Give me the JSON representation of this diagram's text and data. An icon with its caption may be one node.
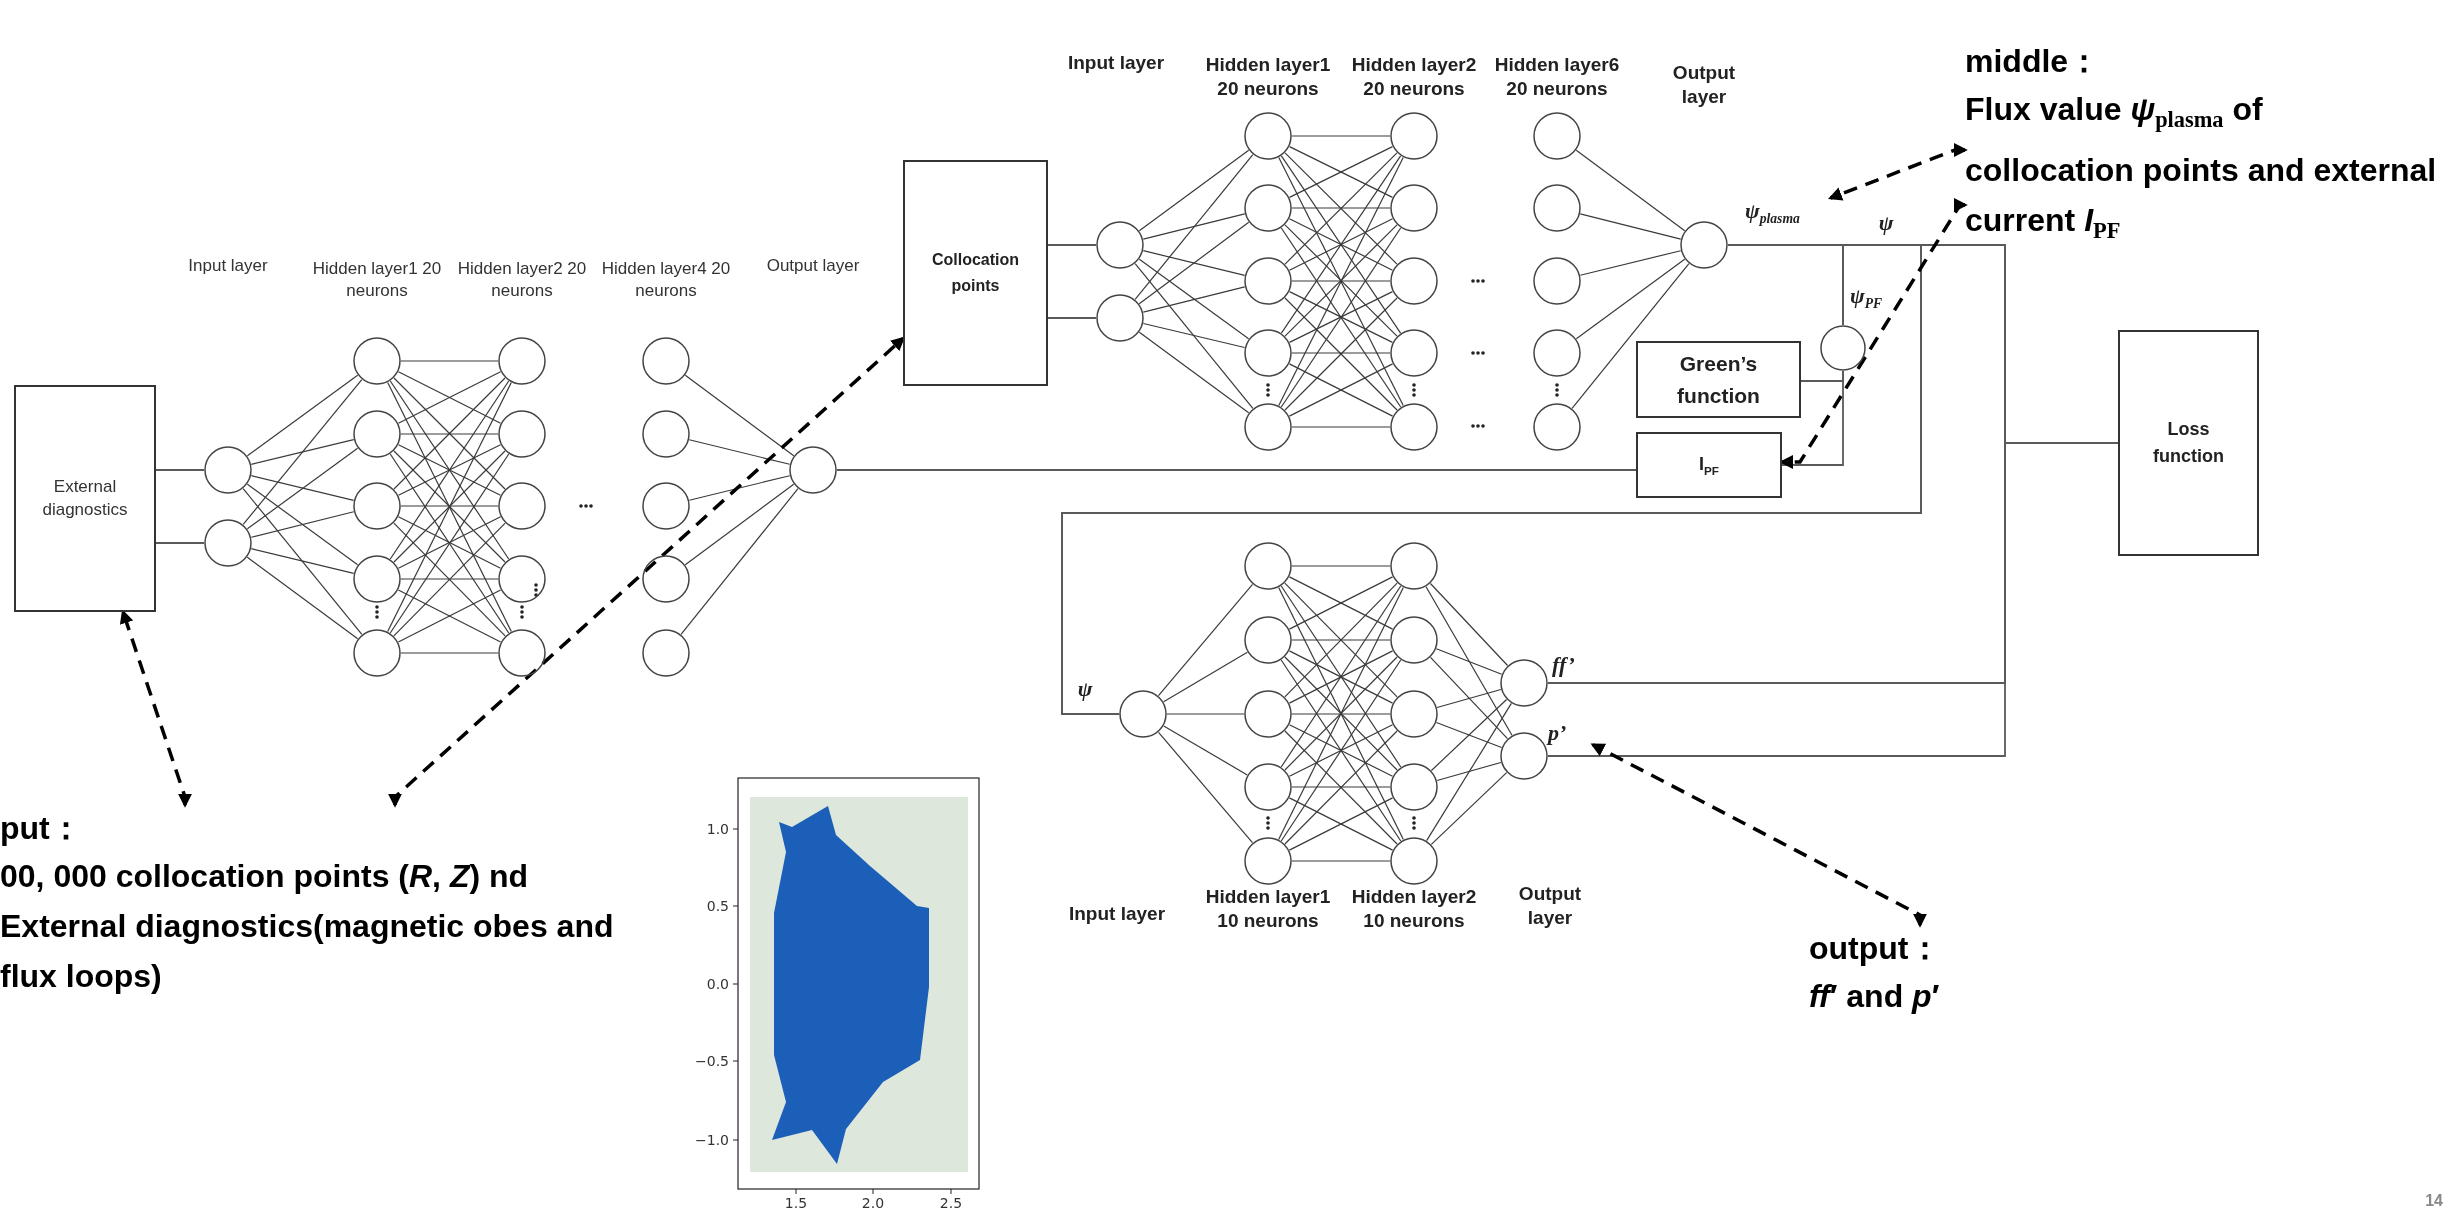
{
  "diagram": {
    "nodes": [
      {
        "text": [
          "External diagnostics"
        ]
      },
      {
        "text": [],
        "shape": "circle"
      },
      {
        "text": [],
        "shape": "circle"
      },
      {
        "text": [],
        "shape": "circle"
      },
      {
        "text": [],
        "shape": "circle"
      },
      {
        "text": [],
        "shape": "circle"
      },
      {
        "text": [],
        "shape": "circle"
      },
      {
        "text": [],
        "shape": "circle"
      },
      {
        "text": [],
        "shape": "circle"
      },
      {
        "text": [],
        "shape": "circle"
      },
      {
        "text": [],
        "shape": "circle"
      },
      {
        "text": [],
        "shape": "circle"
      },
      {
        "text": [],
        "shape": "circle"
      },
      {
        "text": [],
        "shape": "circle"
      },
      {
        "text": [],
        "shape": "circle"
      },
      {
        "text": [],
        "shape": "circle"
      },
      {
        "text": [],
        "shape": "circle"
      },
      {
        "text": [],
        "shape": "circle"
      },
      {
        "text": [],
        "shape": "circle"
      },
      {
        "text": [
          "Collocation points"
        ]
      },
      {
        "text": [],
        "shape": "circle"
      },
      {
        "text": [],
        "shape": "circle"
      },
      {
        "text": [],
        "shape": "circle"
      },
      {
        "text": [],
        "shape": "circle"
      },
      {
        "text": [],
        "shape": "circle"
      },
      {
        "text": [],
        "shape": "circle"
      },
      {
        "text": [],
        "shape": "circle"
      },
      {
        "text": [],
        "shape": "circle"
      },
      {
        "text": [],
        "shape": "circle"
      },
      {
        "text": [],
        "shape": "circle"
      },
      {
        "text": [],
        "shape": "circle"
      },
      {
        "text": [],
        "shape": "circle"
      },
      {
        "text": [],
        "shape": "circle"
      },
      {
        "text": [],
        "shape": "circle"
      },
      {
        "text": [],
        "shape": "circle"
      },
      {
        "text": [],
        "shape": "circle"
      },
      {
        "text": [],
        "shape": "circle"
      },
      {
        "text": [],
        "shape": "circle"
      },
      {
        "text": [
          "ψ$_{plasma}$"
        ]
      },
      {
        "text": [
          "middle：",
          "Flux value *ψ*$_{plasma}$ of collocation points and external current *I*$_{PF}$"
        ]
      },
      {
        "text": [],
        "shape": "circle"
      },
      {
        "text": [
          "Green’s function"
        ]
      },
      {
        "text": [
          "I$_{PF}$"
        ]
      },
      {
        "text": [
          "Loss function"
        ]
      },
      {
        "text": [],
        "shape": "circle"
      },
      {
        "text": [],
        "shape": "circle"
      },
      {
        "text": [],
        "shape": "circle"
      },
      {
        "text": [],
        "shape": "circle"
      },
      {
        "text": [],
        "shape": "circle"
      },
      {
        "text": [],
        "shape": "circle"
      },
      {
        "text": [],
        "shape": "circle"
      },
      {
        "text": [],
        "shape": "circle"
      },
      {
        "text": [],
        "shape": "circle"
      },
      {
        "text": [],
        "shape": "circle"
      },
      {
        "text": [],
        "shape": "circle"
      },
      {
        "text": [],
        "shape": "circle"
      },
      {
        "text": [],
        "shape": "circle"
      },
      {
        "text": [
          "p’"
        ]
      },
      {
        "text": [
          "put：",
          "00, 000 collocation points (*R*, *Z*) nd External diagnostics(magnetic obes and flux loops)"
        ]
      },
      {
        "text": [
          "output：",
          "*ff*′ and *p*′"
        ]
      }
    ],
    "edges": [
      {
        "from": 0,
        "to": 1,
        "arrow": "none"
      },
      {
        "from": 0,
        "to": 2,
        "arrow": "none"
      },
      {
        "from": 1,
        "to": 3,
        "arrow": "none"
      },
      {
        "from": 1,
        "to": 4,
        "arrow": "none"
      },
      {
        "from": 1,
        "to": 5,
        "arrow": "none"
      },
      {
        "from": 1,
        "to": 6,
        "arrow": "none"
      },
      {
        "from": 1,
        "to": 7,
        "arrow": "none"
      },
      {
        "from": 2,
        "to": 3,
        "arrow": "none"
      },
      {
        "from": 2,
        "to": 4,
        "arrow": "none"
      },
      {
        "from": 2,
        "to": 5,
        "arrow": "none"
      },
      {
        "from": 2,
        "to": 6,
        "arrow": "none"
      },
      {
        "from": 2,
        "to": 7,
        "arrow": "none"
      },
      {
        "from": 3,
        "to": 8,
        "arrow": "none"
      },
      {
        "from": 3,
        "to": 9,
        "arrow": "none"
      },
      {
        "from": 3,
        "to": 10,
        "arrow": "none"
      },
      {
        "from": 3,
        "to": 11,
        "arrow": "none"
      },
      {
        "from": 3,
        "to": 12,
        "arrow": "none"
      },
      {
        "from": 4,
        "to": 8,
        "arrow": "none"
      },
      {
        "from": 4,
        "to": 9,
        "arrow": "none"
      },
      {
        "from": 4,
        "to": 10,
        "arrow": "none"
      },
      {
        "from": 4,
        "to": 11,
        "arrow": "none"
      },
      {
        "from": 4,
        "to": 12,
        "arrow": "none"
      },
      {
        "from": 5,
        "to": 8,
        "arrow": "none"
      },
      {
        "from": 5,
        "to": 9,
        "arrow": "none"
      },
      {
        "from": 5,
        "to": 10,
        "arrow": "none"
      },
      {
        "from": 5,
        "to": 11,
        "arrow": "none"
      },
      {
        "from": 5,
        "to": 12,
        "arrow": "none"
      },
      {
        "from": 6,
        "to": 8,
        "arrow": "none"
      },
      {
        "from": 6,
        "to": 9,
        "arrow": "none"
      },
      {
        "from": 6,
        "to": 10,
        "arrow": "none"
      },
      {
        "from": 6,
        "to": 11,
        "arrow": "none"
      },
      {
        "from": 6,
        "to": 12,
        "arrow": "none"
      },
      {
        "from": 7,
        "to": 8,
        "arrow": "none"
      },
      {
        "from": 7,
        "to": 9,
        "arrow": "none"
      },
      {
        "from": 7,
        "to": 10,
        "arrow": "none"
      },
      {
        "from": 7,
        "to": 11,
        "arrow": "none"
      },
      {
        "from": 7,
        "to": 12,
        "arrow": "none"
      },
      {
        "from": 13,
        "to": 18,
        "arrow": "none"
      },
      {
        "from": 14,
        "to": 18,
        "arrow": "none"
      },
      {
        "from": 15,
        "to": 18,
        "arrow": "none"
      },
      {
        "from": 16,
        "to": 18,
        "arrow": "none"
      },
      {
        "from": 17,
        "to": 18,
        "arrow": "none"
      },
      {
        "from": 18,
        "to": 42,
        "arrow": "none"
      },
      {
        "from": 19,
        "to": 20,
        "arrow": "none"
      },
      {
        "from": 19,
        "to": 21,
        "arrow": "none"
      },
      {
        "from": 20,
        "to": 22,
        "arrow": "none"
      },
      {
        "from": 20,
        "to": 23,
        "arrow": "none"
      },
      {
        "from": 20,
        "to": 24,
        "arrow": "none"
      },
      {
        "from": 20,
        "to": 25,
        "arrow": "none"
      },
      {
        "from": 20,
        "to": 26,
        "arrow": "none"
      },
      {
        "from": 21,
        "to": 22,
        "arrow": "none"
      },
      {
        "from": 21,
        "to": 23,
        "arrow": "none"
      },
      {
        "from": 21,
        "to": 24,
        "arrow": "none"
      },
      {
        "from": 21,
        "to": 25,
        "arrow": "none"
      },
      {
        "from": 21,
        "to": 26,
        "arrow": "none"
      },
      {
        "from": 22,
        "to": 27,
        "arrow": "none"
      },
      {
        "from": 22,
        "to": 28,
        "arrow": "none"
      },
      {
        "from": 22,
        "to": 29,
        "arrow": "none"
      },
      {
        "from": 22,
        "to": 30,
        "arrow": "none"
      },
      {
        "from": 22,
        "to": 31,
        "arrow": "none"
      },
      {
        "from": 23,
        "to": 27,
        "arrow": "none"
      },
      {
        "from": 23,
        "to": 28,
        "arrow": "none"
      },
      {
        "from": 23,
        "to": 29,
        "arrow": "none"
      },
      {
        "from": 23,
        "to": 30,
        "arrow": "none"
      },
      {
        "from": 23,
        "to": 31,
        "arrow": "none"
      },
      {
        "from": 24,
        "to": 27,
        "arrow": "none"
      },
      {
        "from": 24,
        "to": 28,
        "arrow": "none"
      },
      {
        "from": 24,
        "to": 29,
        "arrow": "none"
      },
      {
        "from": 24,
        "to": 30,
        "arrow": "none"
      },
      {
        "from": 24,
        "to": 31,
        "arrow": "none"
      },
      {
        "from": 25,
        "to": 27,
        "arrow": "none"
      },
      {
        "from": 25,
        "to": 28,
        "arrow": "none"
      },
      {
        "from": 25,
        "to": 29,
        "arrow": "none"
      },
      {
        "from": 25,
        "to": 30,
        "arrow": "none"
      },
      {
        "from": 25,
        "to": 31,
        "arrow": "none"
      },
      {
        "from": 26,
        "to": 27,
        "arrow": "none"
      },
      {
        "from": 26,
        "to": 28,
        "arrow": "none"
      },
      {
        "from": 26,
        "to": 29,
        "arrow": "none"
      },
      {
        "from": 26,
        "to": 30,
        "arrow": "none"
      },
      {
        "from": 26,
        "to": 31,
        "arrow": "none"
      },
      {
        "from": 32,
        "to": 37,
        "arrow": "none"
      },
      {
        "from": 33,
        "to": 37,
        "arrow": "none"
      },
      {
        "from": 34,
        "to": 37,
        "arrow": "none"
      },
      {
        "from": 35,
        "to": 37,
        "arrow": "none"
      },
      {
        "from": 36,
        "to": 37,
        "arrow": "none"
      },
      {
        "from": 37,
        "to": 43,
        "arrow": "none"
      },
      {
        "from": 37,
        "to": 44,
        "arrow": "none"
      },
      {
        "from": 41,
        "to": 40,
        "arrow": "none"
      },
      {
        "from": 42,
        "to": 40,
        "arrow": "none"
      },
      {
        "from": 40,
        "to": 43,
        "arrow": "none"
      },
      {
        "from": 40,
        "to": 44,
        "arrow": "none"
      },
      {
        "from": 44,
        "to": 45,
        "arrow": "none"
      },
      {
        "from": 44,
        "to": 46,
        "arrow": "none"
      },
      {
        "from": 44,
        "to": 47,
        "arrow": "none"
      },
      {
        "from": 44,
        "to": 48,
        "arrow": "none"
      },
      {
        "from": 44,
        "to": 49,
        "arrow": "none"
      },
      {
        "from": 45,
        "to": 50,
        "arrow": "none"
      },
      {
        "from": 45,
        "to": 51,
        "arrow": "none"
      },
      {
        "from": 45,
        "to": 52,
        "arrow": "none"
      },
      {
        "from": 45,
        "to": 53,
        "arrow": "none"
      },
      {
        "from": 45,
        "to": 54,
        "arrow": "none"
      },
      {
        "from": 46,
        "to": 50,
        "arrow": "none"
      },
      {
        "from": 46,
        "to": 51,
        "arrow": "none"
      },
      {
        "from": 46,
        "to": 52,
        "arrow": "none"
      },
      {
        "from": 46,
        "to": 53,
        "arrow": "none"
      },
      {
        "from": 46,
        "to": 54,
        "arrow": "none"
      },
      {
        "from": 47,
        "to": 50,
        "arrow": "none"
      },
      {
        "from": 47,
        "to": 51,
        "arrow": "none"
      },
      {
        "from": 47,
        "to": 52,
        "arrow": "none"
      },
      {
        "from": 47,
        "to": 53,
        "arrow": "none"
      },
      {
        "from": 47,
        "to": 54,
        "arrow": "none"
      },
      {
        "from": 48,
        "to": 50,
        "arrow": "none"
      },
      {
        "from": 48,
        "to": 51,
        "arrow": "none"
      },
      {
        "from": 48,
        "to": 52,
        "arrow": "none"
      },
      {
        "from": 48,
        "to": 53,
        "arrow": "none"
      },
      {
        "from": 48,
        "to": 54,
        "arrow": "none"
      },
      {
        "from": 49,
        "to": 50,
        "arrow": "none"
      },
      {
        "from": 49,
        "to": 51,
        "arrow": "none"
      },
      {
        "from": 49,
        "to": 52,
        "arrow": "none"
      },
      {
        "from": 49,
        "to": 53,
        "arrow": "none"
      },
      {
        "from": 49,
        "to": 54,
        "arrow": "none"
      },
      {
        "from": 50,
        "to": 55,
        "arrow": "none"
      },
      {
        "from": 50,
        "to": 56,
        "arrow": "none"
      },
      {
        "from": 51,
        "to": 55,
        "arrow": "none"
      },
      {
        "from": 51,
        "to": 56,
        "arrow": "none"
      },
      {
        "from": 52,
        "to": 55,
        "arrow": "none"
      },
      {
        "from": 52,
        "to": 56,
        "arrow": "none"
      },
      {
        "from": 53,
        "to": 55,
        "arrow": "none"
      },
      {
        "from": 53,
        "to": 56,
        "arrow": "none"
      },
      {
        "from": 54,
        "to": 55,
        "arrow": "none"
      },
      {
        "from": 54,
        "to": 56,
        "arrow": "none"
      },
      {
        "from": 55,
        "to": 43,
        "arrow": "none"
      },
      {
        "from": 56,
        "to": 43,
        "arrow": "none"
      },
      {
        "from": 58,
        "to": 0,
        "arrow": "both",
        "style": "dashed"
      },
      {
        "from": 58,
        "to": 19,
        "arrow": "both",
        "style": "dashed"
      },
      {
        "from": 39,
        "to": 38,
        "arrow": "both",
        "style": "dashed"
      },
      {
        "from": 39,
        "to": 42,
        "arrow": "both",
        "style": "dashed"
      },
      {
        "from": 59,
        "to": 57,
        "arrow": "both",
        "style": "dashed"
      }
    ],
    "labels": [
      "Input layer",
      "Hidden layer1 20 neurons",
      "Hidden layer2 20 neurons",
      "Hidden layer4 20 neurons",
      "Output layer",
      "Input layer",
      "Hidden layer1 20 neurons",
      "Hidden layer2 20 neurons",
      "Hidden layer6 20 neurons",
      "Output layer",
      "ψ",
      "ψ$_{PF}$",
      "ψ",
      "ff’",
      "Input layer",
      "Hidden layer1 10 neurons",
      "Hidden layer2 10 neurons",
      "Output layer",
      "1.0",
      "0.5",
      "0.0",
      "−0.5",
      "−1.0",
      "1.5",
      "2.0",
      "2.5",
      "14"
    ]
  }
}
